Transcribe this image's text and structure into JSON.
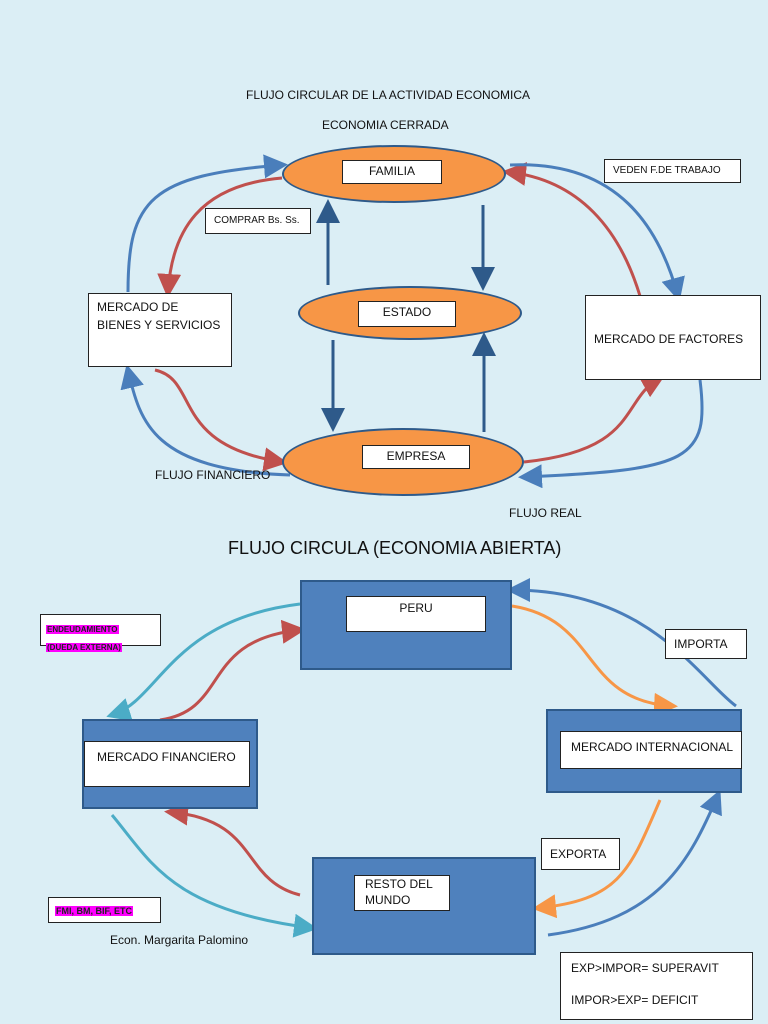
{
  "closed": {
    "title": "FLUJO CIRCULAR DE LA ACTIVIDAD ECONOMICA",
    "subtitle": "ECONOMIA CERRADA",
    "familia": "FAMILIA",
    "estado": "ESTADO",
    "empresa": "EMPRESA",
    "mercado_bienes": "MERCADO DE BIENES Y SERVICIOS",
    "mercado_factores": "MERCADO DE FACTORES",
    "comprar": "COMPRAR Bs. Ss.",
    "veden": "VEDEN  F.DE TRABAJO",
    "flujo_financiero": "FLUJO FINANCIERO",
    "flujo_real": "FLUJO REAL"
  },
  "open": {
    "title": "FLUJO CIRCULA (ECONOMIA ABIERTA)",
    "peru": "PERU",
    "importa": "IMPORTA",
    "mercado_internacional": "MERCADO INTERNACIONAL",
    "mercado_financiero": "MERCADO FINANCIERO",
    "endeudamiento_1": "ENDEUDAMIENTO",
    "endeudamiento_2": "(DUEDA EXTERNA)",
    "exporta": "EXPORTA",
    "resto_mundo": "RESTO DEL MUNDO",
    "fmi": "FMI, BM, BIF, ETC",
    "author": "Econ. Margarita Palomino",
    "superavit": "EXP>IMPOR= SUPERAVIT",
    "deficit": "IMPOR>EXP= DEFICIT"
  },
  "colors": {
    "background": "#dbeef5",
    "ellipse_fill": "#f79646",
    "rect_fill": "#4f81bd",
    "blue_flow": "#4a7ebb",
    "red_flow": "#c0504d",
    "cyan_flow": "#4bacc6",
    "orange_flow": "#f79646",
    "highlight": "#ff00ff"
  }
}
